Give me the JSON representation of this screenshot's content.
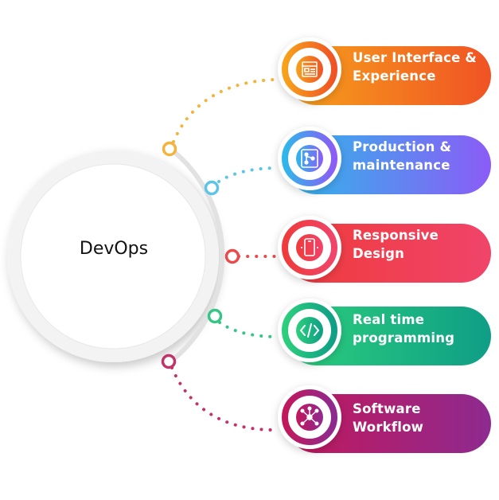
{
  "center": {
    "label": "DevOps"
  },
  "items": [
    {
      "line1": "User Interface &",
      "line2": "Experience",
      "icon": "ui-layout-icon",
      "color_start": "#f7a21b",
      "color_end": "#f05324",
      "dot_color": "#f3b33d"
    },
    {
      "line1": "Production &",
      "line2": "maintenance",
      "icon": "flow-branch-icon",
      "color_start": "#2fb7ea",
      "color_end": "#8b5cf6",
      "dot_color": "#5cc4e6"
    },
    {
      "line1": "Responsive",
      "line2": "Design",
      "icon": "mobile-device-icon",
      "color_start": "#ef3b3b",
      "color_end": "#f0446a",
      "dot_color": "#ea4a4a"
    },
    {
      "line1": "Real time",
      "line2": "programming",
      "icon": "code-brackets-icon",
      "color_start": "#2ccf7c",
      "color_end": "#0f9e86",
      "dot_color": "#36c587"
    },
    {
      "line1": "Software",
      "line2": "Workflow",
      "icon": "network-nodes-icon",
      "color_start": "#c2185b",
      "color_end": "#8e2a8f",
      "dot_color": "#c2336b"
    }
  ]
}
